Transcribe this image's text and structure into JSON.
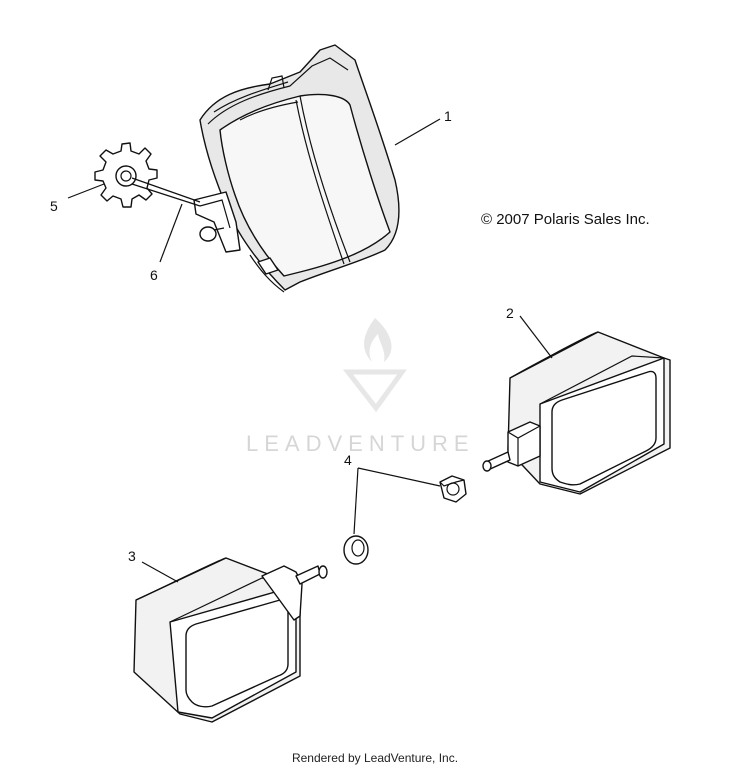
{
  "callouts": {
    "c1": "1",
    "c2": "2",
    "c3": "3",
    "c4": "4",
    "c5": "5",
    "c6": "6"
  },
  "copyright": "© 2007 Polaris Sales Inc.",
  "watermark": "LEADVENTURE",
  "footer": "Rendered by LeadVenture, Inc."
}
